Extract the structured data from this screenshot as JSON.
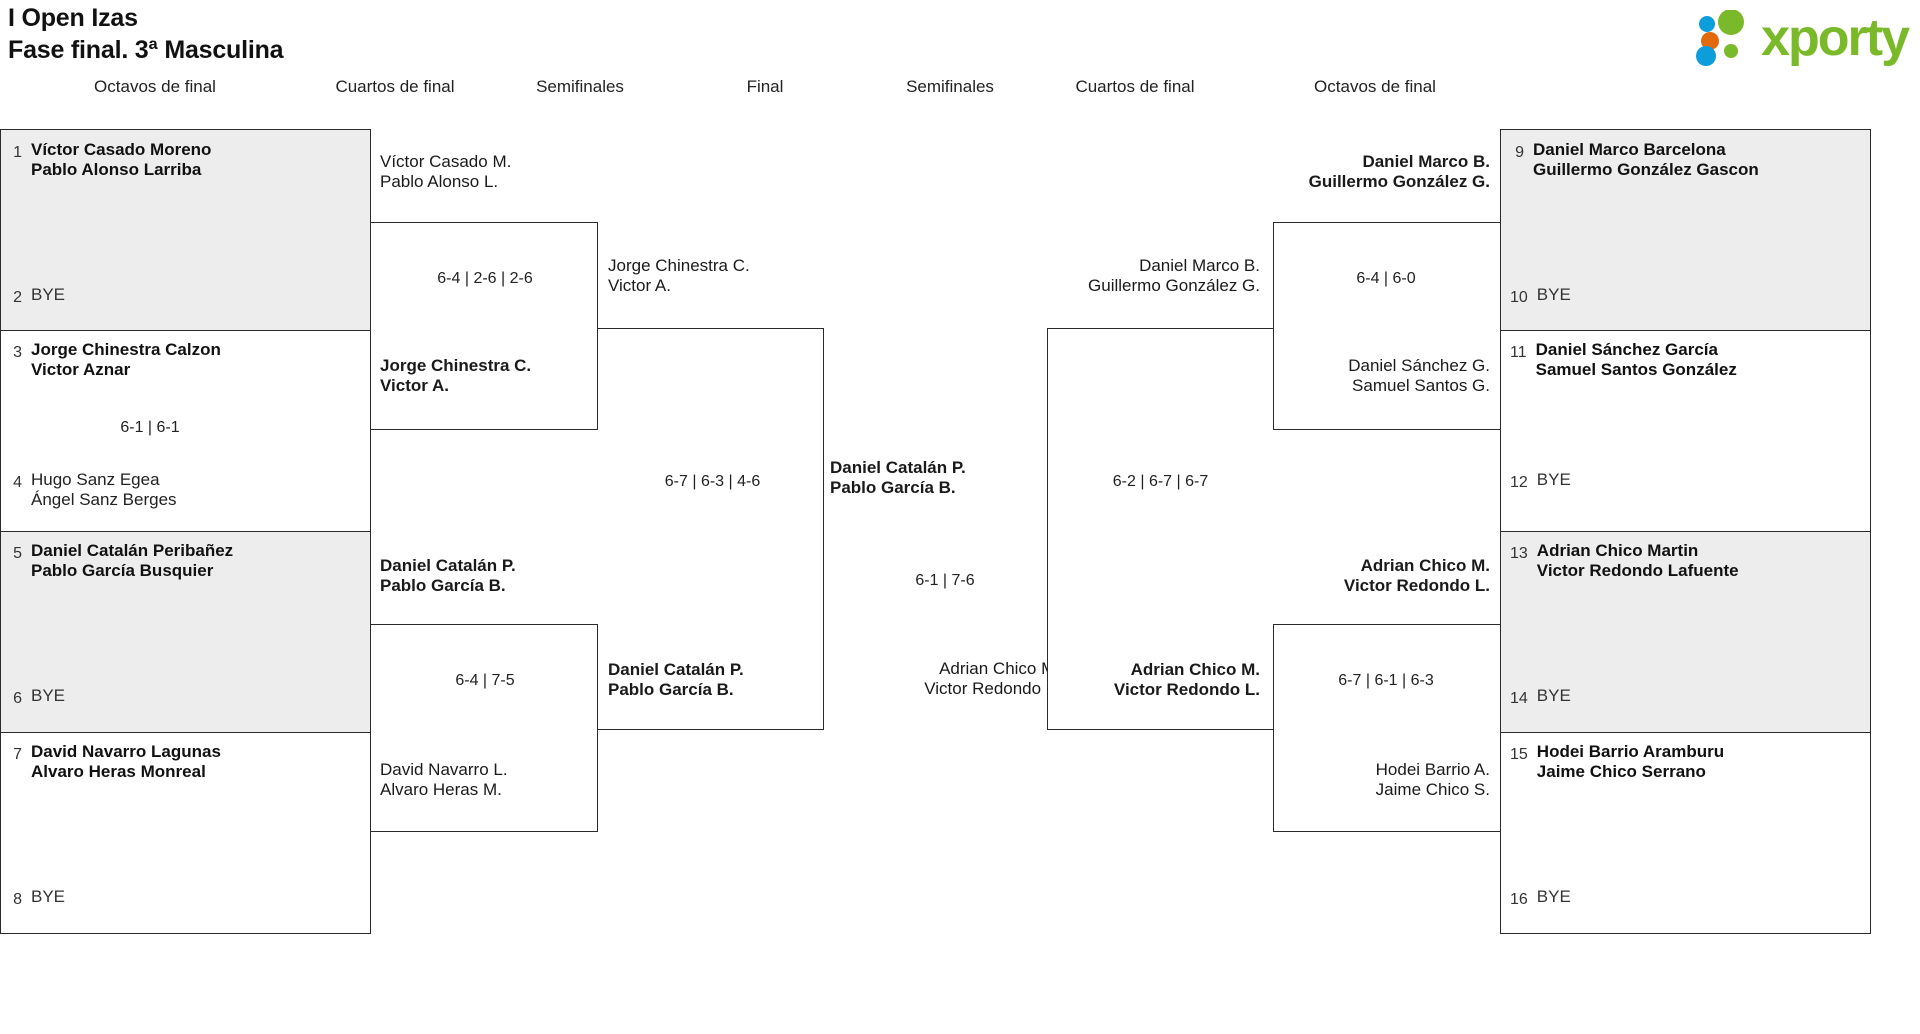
{
  "header": {
    "title_line1": "I Open Izas",
    "title_line2": "Fase final. 3ª Masculina",
    "logo_text": "xporty",
    "logo_colors": {
      "green": "#7ab929",
      "blue": "#0d9ddb",
      "orange": "#e2690c"
    }
  },
  "round_headers": {
    "left_octavos": "Octavos de final",
    "left_cuartos": "Cuartos de final",
    "left_semis": "Semifinales",
    "final": "Final",
    "right_semis": "Semifinales",
    "right_cuartos": "Cuartos de final",
    "right_octavos": "Octavos de final"
  },
  "bracket_data": {
    "type": "single-elimination",
    "draw_size": 16,
    "left": {
      "octavos": [
        {
          "seed": "1",
          "p1": "Víctor Casado Moreno",
          "p2": "Pablo Alonso Larriba",
          "status": "winner"
        },
        {
          "seed": "2",
          "p1": "BYE",
          "p2": "",
          "status": "bye"
        },
        {
          "seed": "3",
          "p1": "Jorge Chinestra Calzon",
          "p2": "Victor Aznar",
          "status": "winner"
        },
        {
          "seed": "4",
          "p1": "Hugo Sanz Egea",
          "p2": "Ángel Sanz Berges",
          "status": "loser"
        },
        {
          "seed": "5",
          "p1": "Daniel Catalán Peribañez",
          "p2": "Pablo García Busquier",
          "status": "winner"
        },
        {
          "seed": "6",
          "p1": "BYE",
          "p2": "",
          "status": "bye"
        },
        {
          "seed": "7",
          "p1": "David Navarro Lagunas",
          "p2": "Alvaro Heras Monreal",
          "status": "winner"
        },
        {
          "seed": "8",
          "p1": "BYE",
          "p2": "",
          "status": "bye"
        }
      ],
      "octavos_scores": [
        "",
        "6-1 | 6-1",
        "",
        ""
      ],
      "cuartos": [
        {
          "p1": "Víctor Casado M.",
          "p2": "Pablo Alonso L.",
          "status": "loser"
        },
        {
          "p1": "Jorge Chinestra C.",
          "p2": "Victor A.",
          "status": "winner"
        },
        {
          "p1": "Daniel Catalán P.",
          "p2": "Pablo García B.",
          "status": "winner"
        },
        {
          "p1": "David Navarro L.",
          "p2": "Alvaro Heras M.",
          "status": "loser"
        }
      ],
      "cuartos_scores": [
        "6-4 | 2-6 | 2-6",
        "6-4 | 7-5"
      ],
      "semis": [
        {
          "p1": "Jorge Chinestra C.",
          "p2": "Victor A.",
          "status": "loser"
        },
        {
          "p1": "Daniel Catalán P.",
          "p2": "Pablo García B.",
          "status": "winner"
        }
      ],
      "semis_score": "6-7 | 6-3 | 4-6"
    },
    "final": {
      "top": {
        "p1": "Daniel Catalán P.",
        "p2": "Pablo García B.",
        "status": "winner"
      },
      "bottom": {
        "p1": "Adrian Chico M.",
        "p2": "Victor Redondo L.",
        "status": "loser"
      },
      "score": "6-1 | 7-6"
    },
    "right": {
      "octavos": [
        {
          "seed": "9",
          "p1": "Daniel Marco Barcelona",
          "p2": "Guillermo González Gascon",
          "status": "winner"
        },
        {
          "seed": "10",
          "p1": "BYE",
          "p2": "",
          "status": "bye"
        },
        {
          "seed": "11",
          "p1": "Daniel Sánchez García",
          "p2": "Samuel Santos González",
          "status": "winner"
        },
        {
          "seed": "12",
          "p1": "BYE",
          "p2": "",
          "status": "bye"
        },
        {
          "seed": "13",
          "p1": "Adrian Chico Martin",
          "p2": "Victor Redondo Lafuente",
          "status": "winner"
        },
        {
          "seed": "14",
          "p1": "BYE",
          "p2": "",
          "status": "bye"
        },
        {
          "seed": "15",
          "p1": "Hodei Barrio Aramburu",
          "p2": "Jaime Chico Serrano",
          "status": "winner"
        },
        {
          "seed": "16",
          "p1": "BYE",
          "p2": "",
          "status": "bye"
        }
      ],
      "cuartos": [
        {
          "p1": "Daniel Marco B.",
          "p2": "Guillermo González G.",
          "status": "winner"
        },
        {
          "p1": "Daniel Sánchez G.",
          "p2": "Samuel Santos G.",
          "status": "loser"
        },
        {
          "p1": "Adrian Chico M.",
          "p2": "Victor Redondo L.",
          "status": "winner"
        },
        {
          "p1": "Hodei Barrio A.",
          "p2": "Jaime Chico S.",
          "status": "loser"
        }
      ],
      "cuartos_scores": [
        "6-4 | 6-0",
        "6-7 | 6-1 | 6-3"
      ],
      "semis": [
        {
          "p1": "Daniel Marco B.",
          "p2": "Guillermo González G.",
          "status": "loser"
        },
        {
          "p1": "Adrian Chico M.",
          "p2": "Victor Redondo L.",
          "status": "winner"
        }
      ],
      "semis_score": "6-2 | 6-7 | 6-7"
    }
  }
}
